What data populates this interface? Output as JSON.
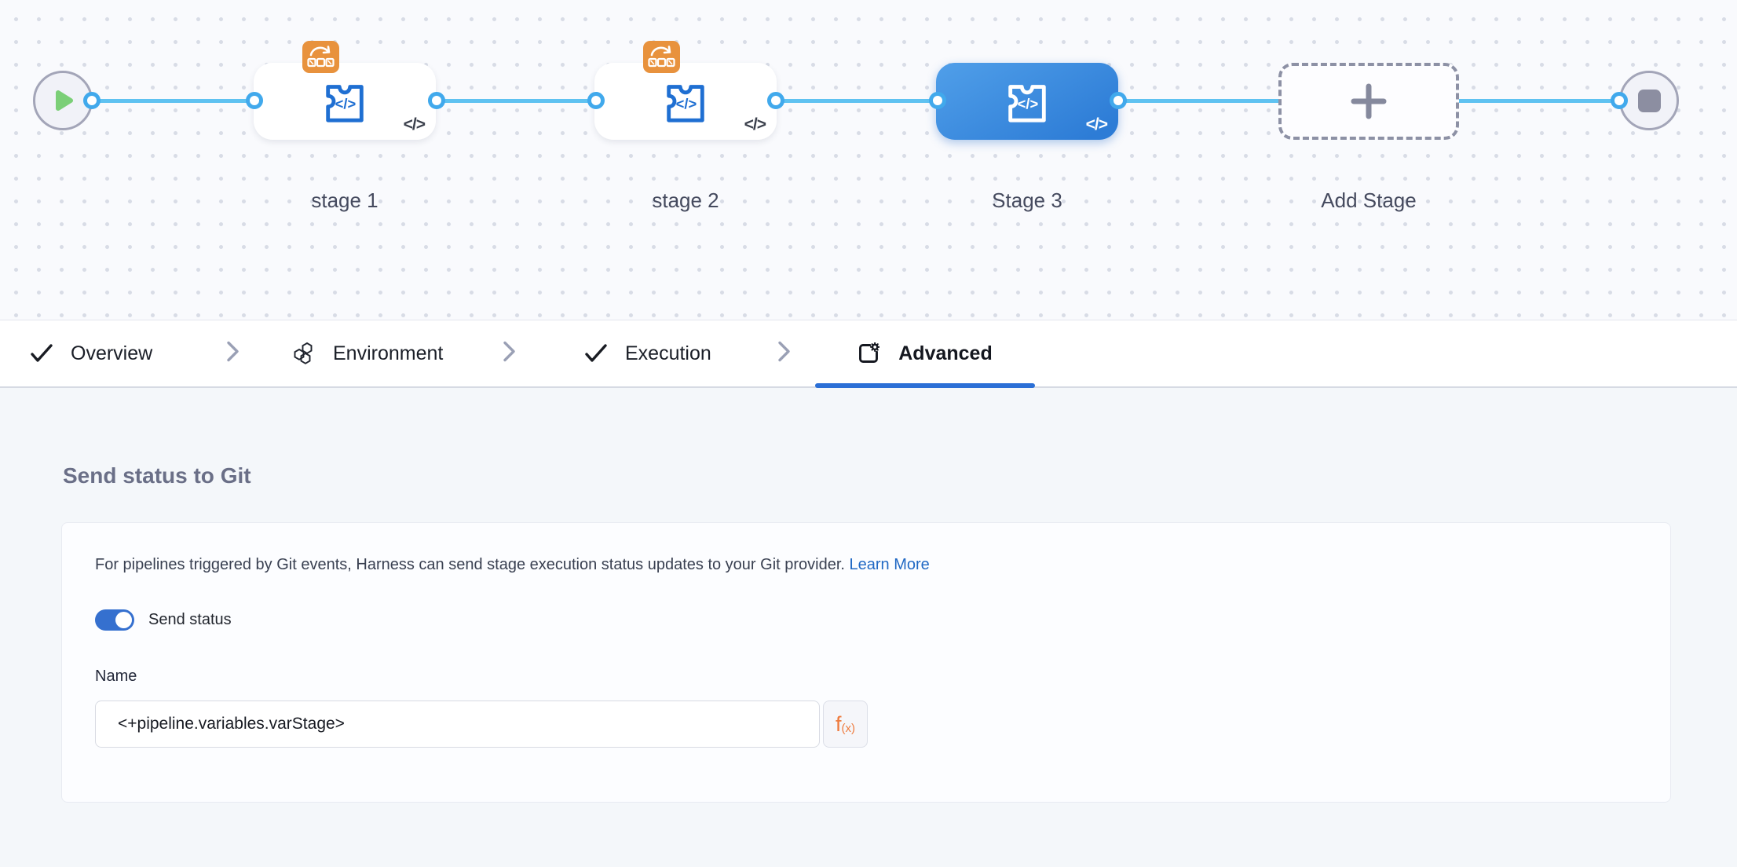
{
  "canvas": {
    "code_glyph": "</>",
    "puzzle_glyph": "</>",
    "stages": [
      {
        "label": "stage 1",
        "type": "stage",
        "selected": false,
        "badge": "rolling-template-badge"
      },
      {
        "label": "stage 2",
        "type": "stage",
        "selected": false,
        "badge": "rolling-template-badge"
      },
      {
        "label": "Stage 3",
        "type": "stage",
        "selected": true,
        "badge": null
      },
      {
        "label": "Add Stage",
        "type": "add-stage",
        "selected": false,
        "badge": null
      }
    ],
    "start_node": "start-pipeline",
    "end_node": "stop-pipeline"
  },
  "tabs": [
    {
      "label": "Overview",
      "icon": "check-icon",
      "completed": true,
      "active": false
    },
    {
      "label": "Environment",
      "icon": "hexagons-icon",
      "completed": false,
      "active": false
    },
    {
      "label": "Execution",
      "icon": "check-icon",
      "completed": true,
      "active": false
    },
    {
      "label": "Advanced",
      "icon": "settings-doc-icon",
      "completed": false,
      "active": true
    }
  ],
  "panel": {
    "heading": "Send status to Git",
    "description": "For pipelines triggered by Git events, Harness can send stage execution status updates to your Git provider.",
    "learn_more": "Learn More",
    "toggle_label": "Send status",
    "toggle_on": true,
    "name_label": "Name",
    "name_value": "<+pipeline.variables.varStage>",
    "fx_f": "f",
    "fx_sub": "(x)"
  },
  "colors": {
    "accent_blue": "#2b6fd6",
    "connector_blue": "#5fc2f1",
    "selected_node_gradient": [
      "#509fe9",
      "#2d7cd6"
    ],
    "stage_icon_blue": "#1f6fd2",
    "badge_orange": "#e8923d",
    "fx_orange": "#ee7b3e",
    "link_blue": "#2169c4",
    "toggle_blue": "#3570cf"
  }
}
